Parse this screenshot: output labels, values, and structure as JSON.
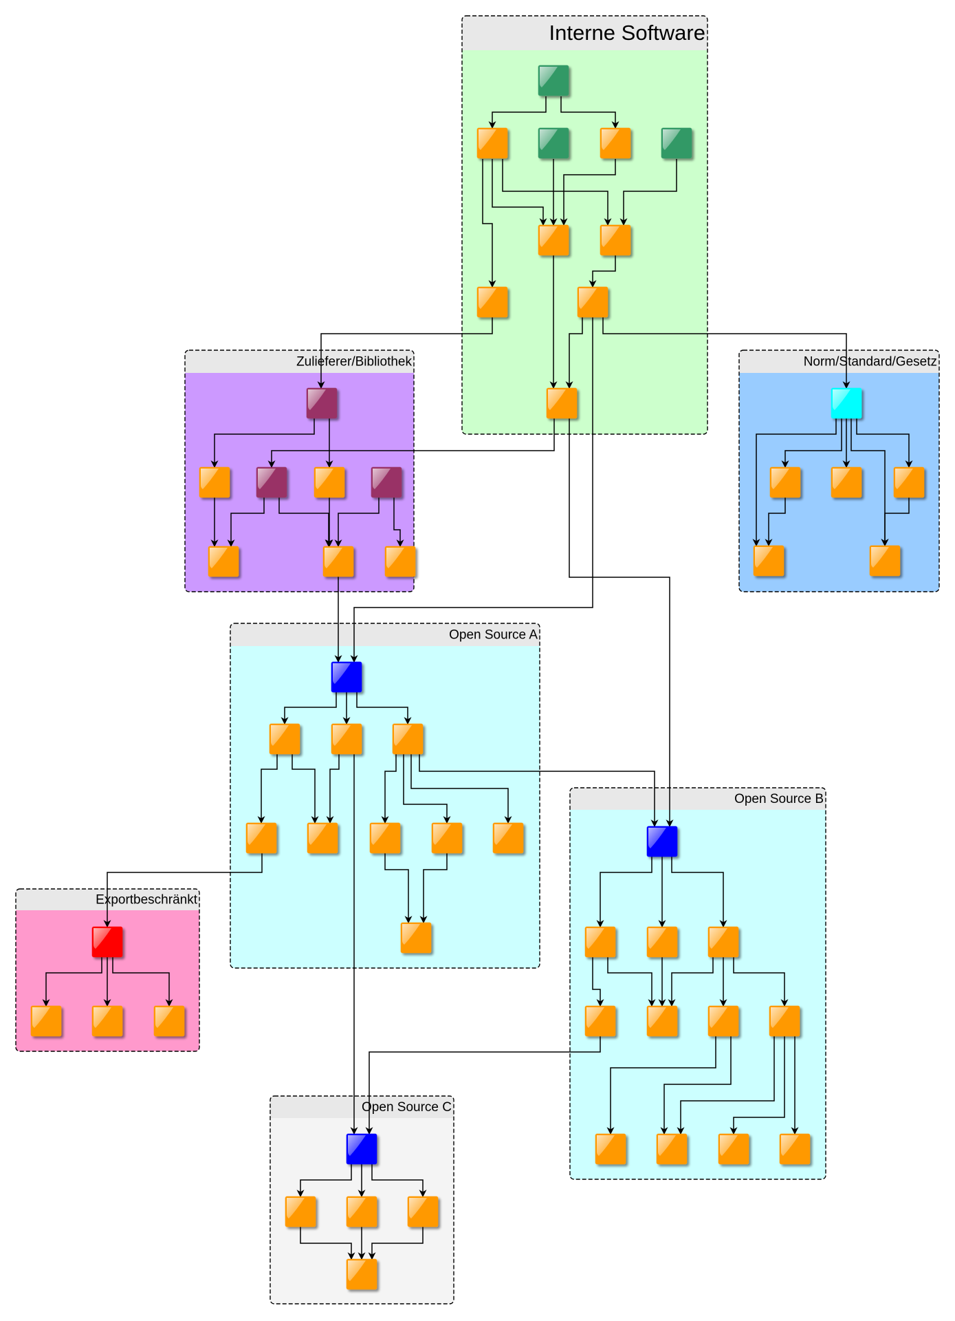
{
  "title": "Dependency diagram",
  "colors": {
    "internal": "#339966",
    "component": "#ff9900",
    "supplier": "#993366",
    "norm": "#00ffff",
    "opensource": "#0000ff",
    "export": "#ff0000"
  },
  "groups": [
    {
      "id": "interne",
      "label": "Interne Software",
      "fill": "#ccffcc",
      "large": true
    },
    {
      "id": "zulieferer",
      "label": "Zulieferer/Bibliothek",
      "fill": "#cc99ff"
    },
    {
      "id": "norm",
      "label": "Norm/Standard/Gesetz",
      "fill": "#99ccff"
    },
    {
      "id": "osa",
      "label": "Open Source A",
      "fill": "#ccffff"
    },
    {
      "id": "osb",
      "label": "Open Source B",
      "fill": "#ccffff"
    },
    {
      "id": "export",
      "label": "Exportbeschränkt",
      "fill": "#ff99cc"
    },
    {
      "id": "osc",
      "label": "Open Source C",
      "fill": "#f4f4f4"
    }
  ],
  "nodes": [
    {
      "id": "i1",
      "group": "interne",
      "kind": "internal"
    },
    {
      "id": "i2",
      "group": "interne",
      "kind": "component"
    },
    {
      "id": "i3",
      "group": "interne",
      "kind": "internal"
    },
    {
      "id": "i4",
      "group": "interne",
      "kind": "component"
    },
    {
      "id": "i5",
      "group": "interne",
      "kind": "internal"
    },
    {
      "id": "i6",
      "group": "interne",
      "kind": "component"
    },
    {
      "id": "i7",
      "group": "interne",
      "kind": "component"
    },
    {
      "id": "i8",
      "group": "interne",
      "kind": "component"
    },
    {
      "id": "i9",
      "group": "interne",
      "kind": "component"
    },
    {
      "id": "i10",
      "group": "interne",
      "kind": "component"
    },
    {
      "id": "z1",
      "group": "zulieferer",
      "kind": "supplier"
    },
    {
      "id": "z2",
      "group": "zulieferer",
      "kind": "component"
    },
    {
      "id": "z3",
      "group": "zulieferer",
      "kind": "supplier"
    },
    {
      "id": "z4",
      "group": "zulieferer",
      "kind": "component"
    },
    {
      "id": "z5",
      "group": "zulieferer",
      "kind": "supplier"
    },
    {
      "id": "z6",
      "group": "zulieferer",
      "kind": "component"
    },
    {
      "id": "z7",
      "group": "zulieferer",
      "kind": "component"
    },
    {
      "id": "z8",
      "group": "zulieferer",
      "kind": "component"
    },
    {
      "id": "n1",
      "group": "norm",
      "kind": "norm"
    },
    {
      "id": "n2",
      "group": "norm",
      "kind": "component"
    },
    {
      "id": "n3",
      "group": "norm",
      "kind": "component"
    },
    {
      "id": "n4",
      "group": "norm",
      "kind": "component"
    },
    {
      "id": "n5",
      "group": "norm",
      "kind": "component"
    },
    {
      "id": "n6",
      "group": "norm",
      "kind": "component"
    },
    {
      "id": "a1",
      "group": "osa",
      "kind": "opensource"
    },
    {
      "id": "a2",
      "group": "osa",
      "kind": "component"
    },
    {
      "id": "a3",
      "group": "osa",
      "kind": "component"
    },
    {
      "id": "a4",
      "group": "osa",
      "kind": "component"
    },
    {
      "id": "a5",
      "group": "osa",
      "kind": "component"
    },
    {
      "id": "a6",
      "group": "osa",
      "kind": "component"
    },
    {
      "id": "a7",
      "group": "osa",
      "kind": "component"
    },
    {
      "id": "a8",
      "group": "osa",
      "kind": "component"
    },
    {
      "id": "a9",
      "group": "osa",
      "kind": "component"
    },
    {
      "id": "a10",
      "group": "osa",
      "kind": "component"
    },
    {
      "id": "b1",
      "group": "osb",
      "kind": "opensource"
    },
    {
      "id": "b2",
      "group": "osb",
      "kind": "component"
    },
    {
      "id": "b3",
      "group": "osb",
      "kind": "component"
    },
    {
      "id": "b4",
      "group": "osb",
      "kind": "component"
    },
    {
      "id": "b5",
      "group": "osb",
      "kind": "component"
    },
    {
      "id": "b6",
      "group": "osb",
      "kind": "component"
    },
    {
      "id": "b7",
      "group": "osb",
      "kind": "component"
    },
    {
      "id": "b8",
      "group": "osb",
      "kind": "component"
    },
    {
      "id": "b9",
      "group": "osb",
      "kind": "component"
    },
    {
      "id": "b10",
      "group": "osb",
      "kind": "component"
    },
    {
      "id": "b11",
      "group": "osb",
      "kind": "component"
    },
    {
      "id": "b12",
      "group": "osb",
      "kind": "component"
    },
    {
      "id": "e1",
      "group": "export",
      "kind": "export"
    },
    {
      "id": "e2",
      "group": "export",
      "kind": "component"
    },
    {
      "id": "e3",
      "group": "export",
      "kind": "component"
    },
    {
      "id": "e4",
      "group": "export",
      "kind": "component"
    },
    {
      "id": "c1",
      "group": "osc",
      "kind": "opensource"
    },
    {
      "id": "c2",
      "group": "osc",
      "kind": "component"
    },
    {
      "id": "c3",
      "group": "osc",
      "kind": "component"
    },
    {
      "id": "c4",
      "group": "osc",
      "kind": "component"
    },
    {
      "id": "c5",
      "group": "osc",
      "kind": "component"
    }
  ],
  "edges": [
    [
      "i1",
      "i2"
    ],
    [
      "i1",
      "i4"
    ],
    [
      "i2",
      "i8"
    ],
    [
      "i2",
      "i6"
    ],
    [
      "i2",
      "i7"
    ],
    [
      "i3",
      "i6"
    ],
    [
      "i4",
      "i6"
    ],
    [
      "i5",
      "i7"
    ],
    [
      "i7",
      "i9"
    ],
    [
      "i8",
      "z1"
    ],
    [
      "i9",
      "i10"
    ],
    [
      "i9",
      "a1"
    ],
    [
      "i9",
      "n1"
    ],
    [
      "i6",
      "i10"
    ],
    [
      "i10",
      "z3"
    ],
    [
      "i10",
      "b1"
    ],
    [
      "z1",
      "z2"
    ],
    [
      "z1",
      "z4"
    ],
    [
      "z2",
      "z6"
    ],
    [
      "z3",
      "z6"
    ],
    [
      "z3",
      "z7"
    ],
    [
      "z4",
      "z7"
    ],
    [
      "z5",
      "z7"
    ],
    [
      "z5",
      "z8"
    ],
    [
      "z7",
      "a1"
    ],
    [
      "n1",
      "n2"
    ],
    [
      "n1",
      "n3"
    ],
    [
      "n1",
      "n4"
    ],
    [
      "n1",
      "n5"
    ],
    [
      "n1",
      "n6"
    ],
    [
      "n2",
      "n5"
    ],
    [
      "n4",
      "n6"
    ],
    [
      "a1",
      "a2"
    ],
    [
      "a1",
      "a3"
    ],
    [
      "a1",
      "a4"
    ],
    [
      "a2",
      "a5"
    ],
    [
      "a2",
      "a6"
    ],
    [
      "a3",
      "a6"
    ],
    [
      "a3",
      "c1"
    ],
    [
      "a4",
      "a7"
    ],
    [
      "a4",
      "a8"
    ],
    [
      "a4",
      "a9"
    ],
    [
      "a4",
      "b1"
    ],
    [
      "a7",
      "a10"
    ],
    [
      "a8",
      "a10"
    ],
    [
      "a5",
      "e1"
    ],
    [
      "e1",
      "e2"
    ],
    [
      "e1",
      "e3"
    ],
    [
      "e1",
      "e4"
    ],
    [
      "b1",
      "b2"
    ],
    [
      "b1",
      "b3"
    ],
    [
      "b1",
      "b4"
    ],
    [
      "b2",
      "b5"
    ],
    [
      "b2",
      "b6"
    ],
    [
      "b3",
      "b6"
    ],
    [
      "b4",
      "b6"
    ],
    [
      "b4",
      "b7"
    ],
    [
      "b4",
      "b8"
    ],
    [
      "b5",
      "c1"
    ],
    [
      "b7",
      "b9"
    ],
    [
      "b7",
      "b10"
    ],
    [
      "b8",
      "b10"
    ],
    [
      "b8",
      "b11"
    ],
    [
      "b8",
      "b12"
    ],
    [
      "c1",
      "c2"
    ],
    [
      "c1",
      "c3"
    ],
    [
      "c1",
      "c4"
    ],
    [
      "c2",
      "c5"
    ],
    [
      "c3",
      "c5"
    ],
    [
      "c4",
      "c5"
    ]
  ]
}
